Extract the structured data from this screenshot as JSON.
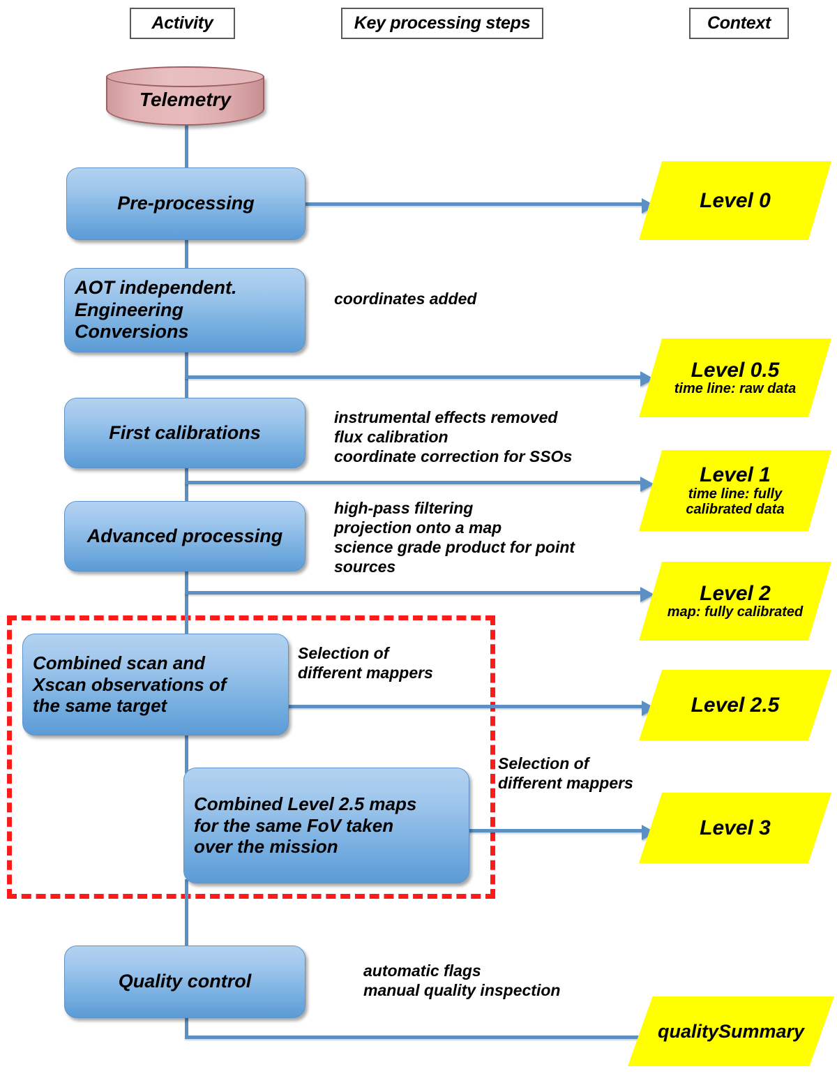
{
  "headers": [
    {
      "label": "Activity"
    },
    {
      "label": "Key processing steps"
    },
    {
      "label": "Context"
    }
  ],
  "source": {
    "label": "Telemetry",
    "shape": "cylinder",
    "color": "#e3b4b6"
  },
  "activities": [
    {
      "id": "pre-processing",
      "label": "Pre-processing"
    },
    {
      "id": "aot-engineering",
      "label": "AOT independent.\nEngineering\nConversions"
    },
    {
      "id": "first-calibrations",
      "label": "First calibrations"
    },
    {
      "id": "advanced-processing",
      "label": "Advanced processing"
    },
    {
      "id": "combined-scan-xscan",
      "label": "Combined scan and\nXscan observations of\nthe same target"
    },
    {
      "id": "combined-level25-maps",
      "label": "Combined Level 2.5 maps\nfor the same FoV  taken\nover the mission"
    },
    {
      "id": "quality-control",
      "label": "Quality control"
    }
  ],
  "steps": [
    {
      "id": "step-coordinates",
      "text": "coordinates added"
    },
    {
      "id": "step-first-calibrations",
      "text": "instrumental effects removed\nflux calibration\ncoordinate correction for SSOs"
    },
    {
      "id": "step-advanced-processing",
      "text": "high-pass filtering\nprojection onto a map\nscience grade product for point\nsources"
    },
    {
      "id": "step-mappers-1",
      "text": "Selection of\ndifferent mappers"
    },
    {
      "id": "step-mappers-2",
      "text": "Selection of\ndifferent mappers"
    },
    {
      "id": "step-quality",
      "text": "automatic flags\nmanual quality inspection"
    }
  ],
  "contexts": [
    {
      "id": "level-0",
      "title": "Level 0",
      "subtitle": ""
    },
    {
      "id": "level-0-5",
      "title": "Level 0.5",
      "subtitle": "time line: raw data"
    },
    {
      "id": "level-1",
      "title": "Level 1",
      "subtitle": "time line: fully\ncalibrated data"
    },
    {
      "id": "level-2",
      "title": "Level 2",
      "subtitle": "map: fully calibrated"
    },
    {
      "id": "level-2-5",
      "title": "Level 2.5",
      "subtitle": ""
    },
    {
      "id": "level-3",
      "title": "Level 3",
      "subtitle": ""
    },
    {
      "id": "quality-summary",
      "title": "qualitySummary",
      "subtitle": ""
    }
  ],
  "grouping": {
    "id": "level-2-5-and-3-group",
    "style": "red-dashed",
    "color": "#ff1a1a"
  },
  "colors": {
    "activity_fill": "#5c9bd6",
    "context_fill": "#ffff00",
    "connector": "#5b90c4",
    "source_fill": "#e3b4b6",
    "group_outline": "#ff1a1a"
  }
}
